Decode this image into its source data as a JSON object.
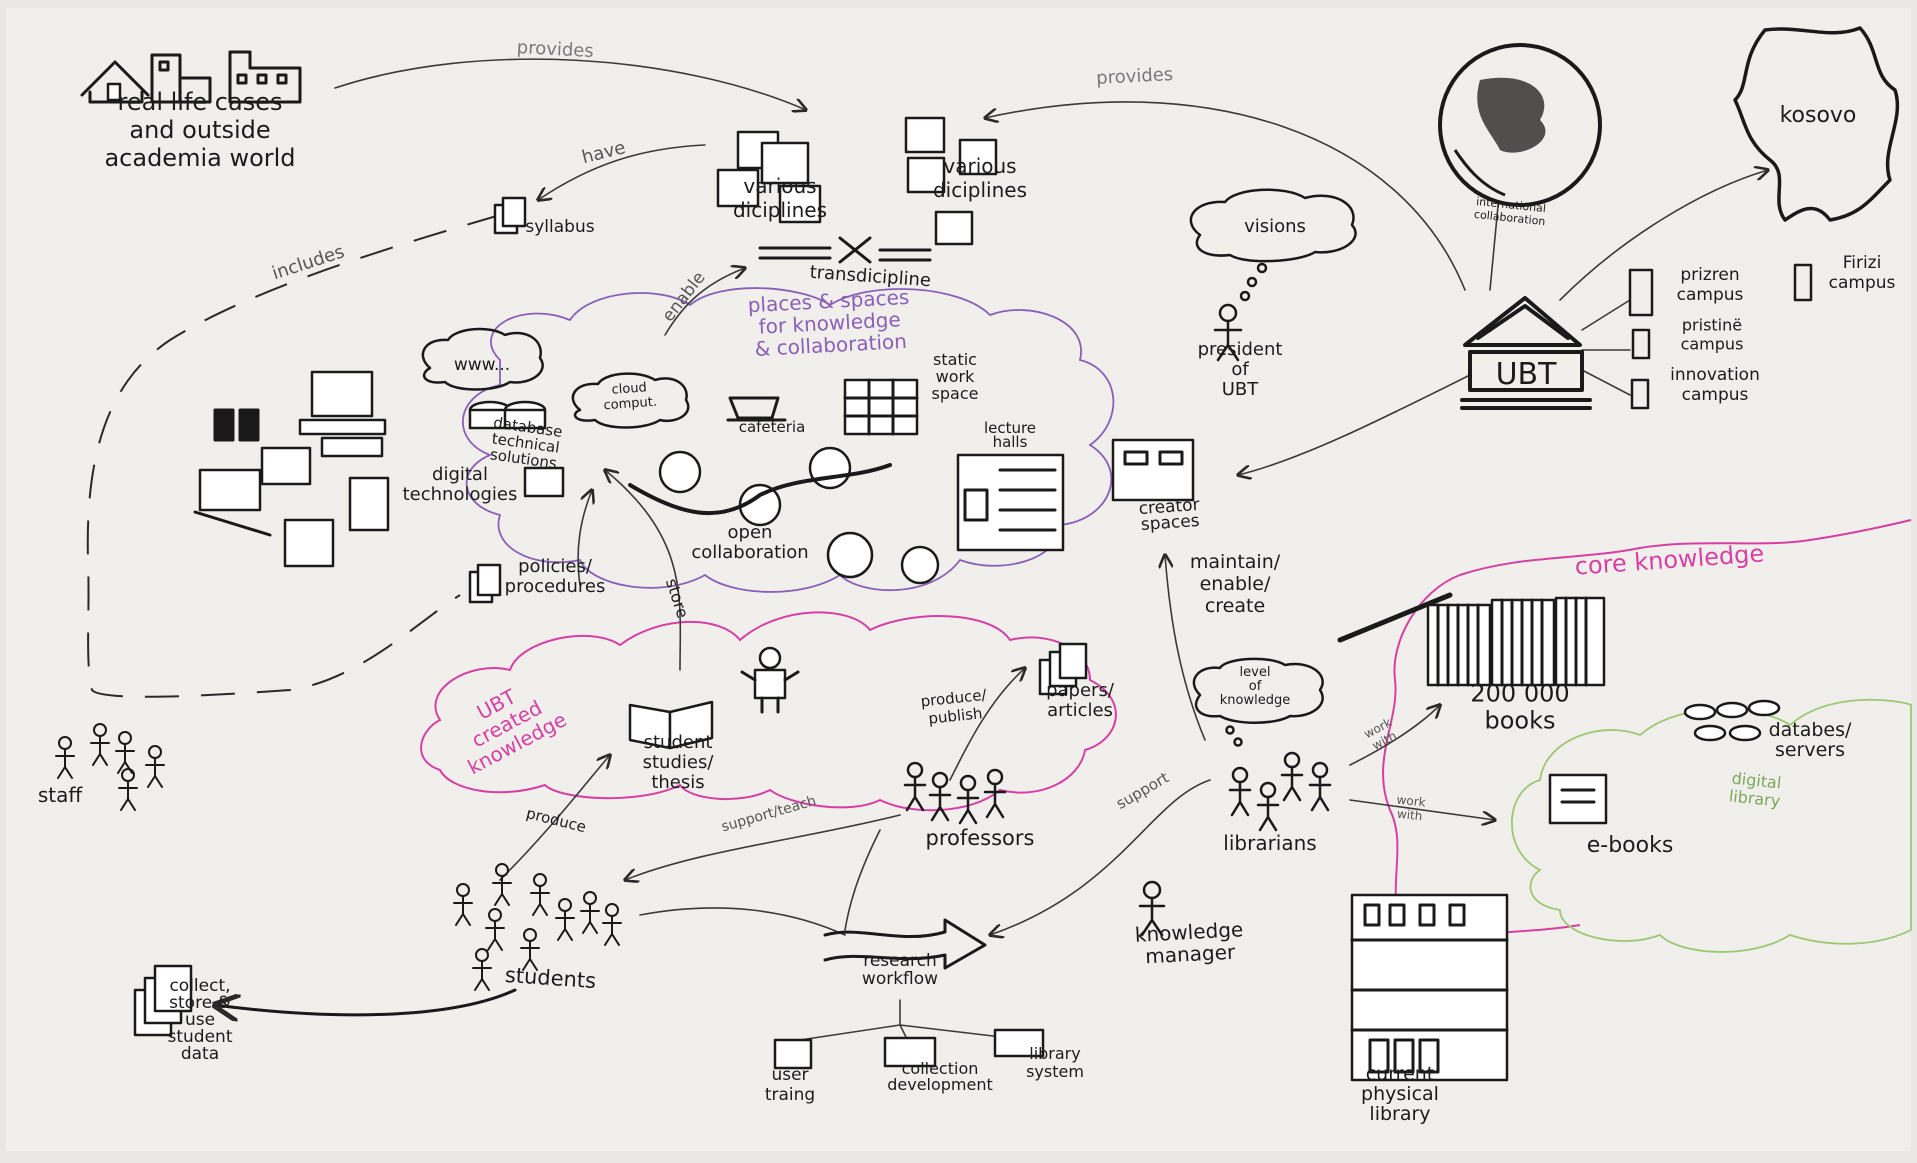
{
  "colors": {
    "paper": "#e9e7e4",
    "ink": "#1a1a1a",
    "places_cloud": "#8b5fb8",
    "ubt_knowledge_cloud": "#d63fa3",
    "core_knowledge": "#d63fa3",
    "digital_library": "#9cc874"
  },
  "icons": [
    "house-icon",
    "factory-icon",
    "globe-icon",
    "kosovo-map-icon",
    "ubt-building-icon",
    "stick-figure-icon",
    "computer-icon",
    "bookshelf-icon",
    "book-icon",
    "database-icon",
    "document-stack-icon",
    "cloud-icon",
    "arrow-icon"
  ],
  "labels": {
    "real_life": [
      "real life cases",
      "and outside",
      "academia world"
    ],
    "provides_left": "provides",
    "provides_right": "provides",
    "have": "have",
    "syllabus": "syllabus",
    "includes": "includes",
    "disciplines_1": [
      "various",
      "diciplines"
    ],
    "disciplines_2": [
      "various",
      "diciplines"
    ],
    "transdicipline": "transdicipline",
    "enable": "enable",
    "places": [
      "places & spaces",
      "for knowledge",
      "& collaboration"
    ],
    "www": "www...",
    "cloud_comput": [
      "cloud",
      "comput."
    ],
    "database": [
      "database",
      "technical",
      "solutions"
    ],
    "cafeteria": "cafeteria",
    "static_work": [
      "static",
      "work",
      "space"
    ],
    "lecture_halls": [
      "lecture",
      "halls"
    ],
    "open_collab": [
      "open",
      "collaboration"
    ],
    "creator_spaces": [
      "creator",
      "spaces"
    ],
    "digital_tech": [
      "digital",
      "technologies"
    ],
    "policies": [
      "policies/",
      "procedures"
    ],
    "store": "store",
    "president_thought": "visions",
    "president": [
      "president",
      "of",
      "UBT"
    ],
    "ubt": "UBT",
    "intl_collab": [
      "international",
      "collaboration"
    ],
    "kosovo": "kosovo",
    "prizren": [
      "prizren",
      "campus"
    ],
    "firizi": [
      "Firizi",
      "campus"
    ],
    "pristine": [
      "pristinë",
      "campus"
    ],
    "innovation": [
      "innovation",
      "campus"
    ],
    "maintain": [
      "maintain/",
      "enable/",
      "create"
    ],
    "core_knowledge": "core knowledge",
    "books": [
      "200 000",
      "books"
    ],
    "databases": [
      "databes/",
      "servers"
    ],
    "digital_library": [
      "digital",
      "library"
    ],
    "ebooks": "e-books",
    "work_with_1": [
      "work",
      "with"
    ],
    "work_with_2": [
      "work",
      "with"
    ],
    "level_knowledge": [
      "level",
      "of",
      "knowledge"
    ],
    "librarians": "librarians",
    "support_right": "support",
    "knowledge_manager": [
      "knowledge",
      "manager"
    ],
    "current_library": [
      "current",
      "physical",
      "library"
    ],
    "ubt_created": [
      "UBT",
      "created",
      "knowledge"
    ],
    "student_studies": [
      "student",
      "studies/",
      "thesis"
    ],
    "produce_publish": [
      "produce/",
      "publish"
    ],
    "papers": [
      "papers/",
      "articles"
    ],
    "professors": "professors",
    "produce": "produce",
    "support_teach": "support/teach",
    "staff": "staff",
    "students": "students",
    "collect": [
      "collect,",
      "store &",
      "use",
      "student",
      "data"
    ],
    "research_workflow": [
      "research",
      "workflow"
    ],
    "user_training": [
      "user",
      "traing"
    ],
    "collection_dev": [
      "collection",
      "development"
    ],
    "library_system": [
      "library",
      "system"
    ]
  }
}
